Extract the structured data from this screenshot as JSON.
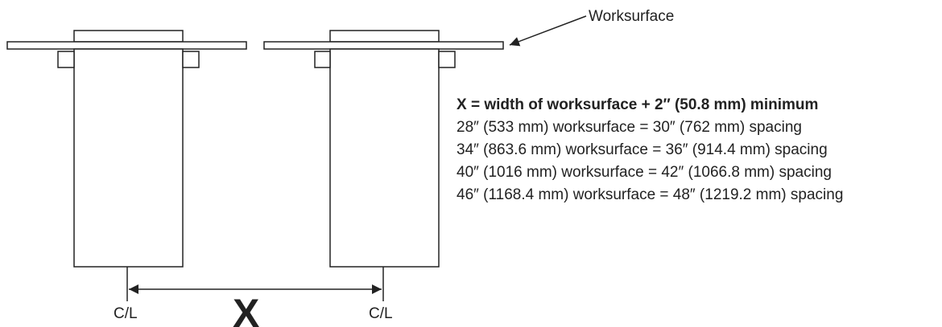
{
  "diagram": {
    "worksurface_label": "Worksurface",
    "centerline_label": "C/L",
    "dimension_label": "X"
  },
  "spacing_spec": {
    "heading": "X = width of worksurface + 2″ (50.8 mm) minimum",
    "rows": [
      "28″ (533 mm) worksurface = 30″ (762 mm) spacing",
      "34″ (863.6 mm) worksurface = 36″ (914.4 mm) spacing",
      "40″ (1016 mm) worksurface = 42″ (1066.8 mm) spacing",
      "46″ (1168.4 mm) worksurface = 48″ (1219.2 mm) spacing"
    ]
  }
}
